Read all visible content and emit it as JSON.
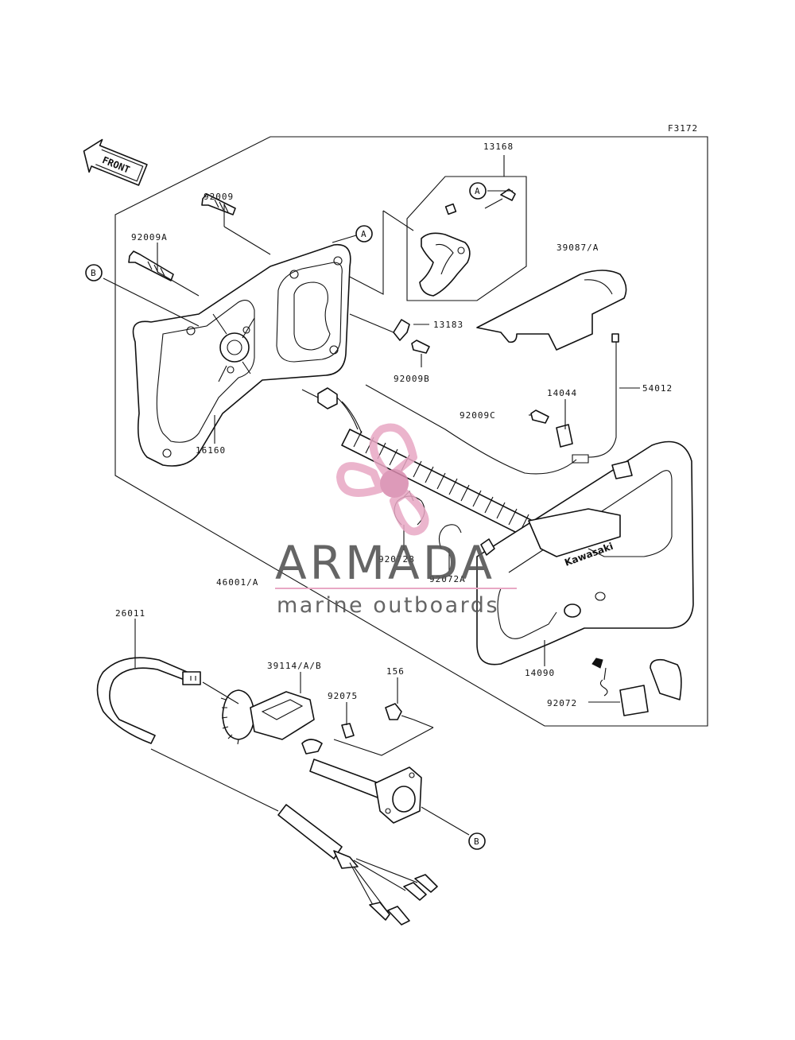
{
  "diagram_ref": "F3172",
  "front_label": "FRONT",
  "parts": {
    "p13168": "13168",
    "p92009": "92009",
    "p92009A": "92009A",
    "p39087A": "39087/A",
    "p13183": "13183",
    "p92009B": "92009B",
    "p54012": "54012",
    "p14044": "14044",
    "p92009C": "92009C",
    "p16160": "16160",
    "p92072B": "92072B",
    "p92072A": "92072A",
    "p46001A": "46001/A",
    "p14090": "14090",
    "p26011": "26011",
    "p39114": "39114/A/B",
    "p92075": "92075",
    "p156": "156",
    "p92072": "92072"
  },
  "callouts": {
    "a": "A",
    "b": "B"
  },
  "brand_on_part": "Kawasaki",
  "watermark": {
    "name": "ARMADA",
    "tagline": "marine outboards",
    "colors": {
      "logo_pink": "#e8a8c4",
      "logo_dot": "#d889ad",
      "text_gray": "#555555"
    }
  }
}
